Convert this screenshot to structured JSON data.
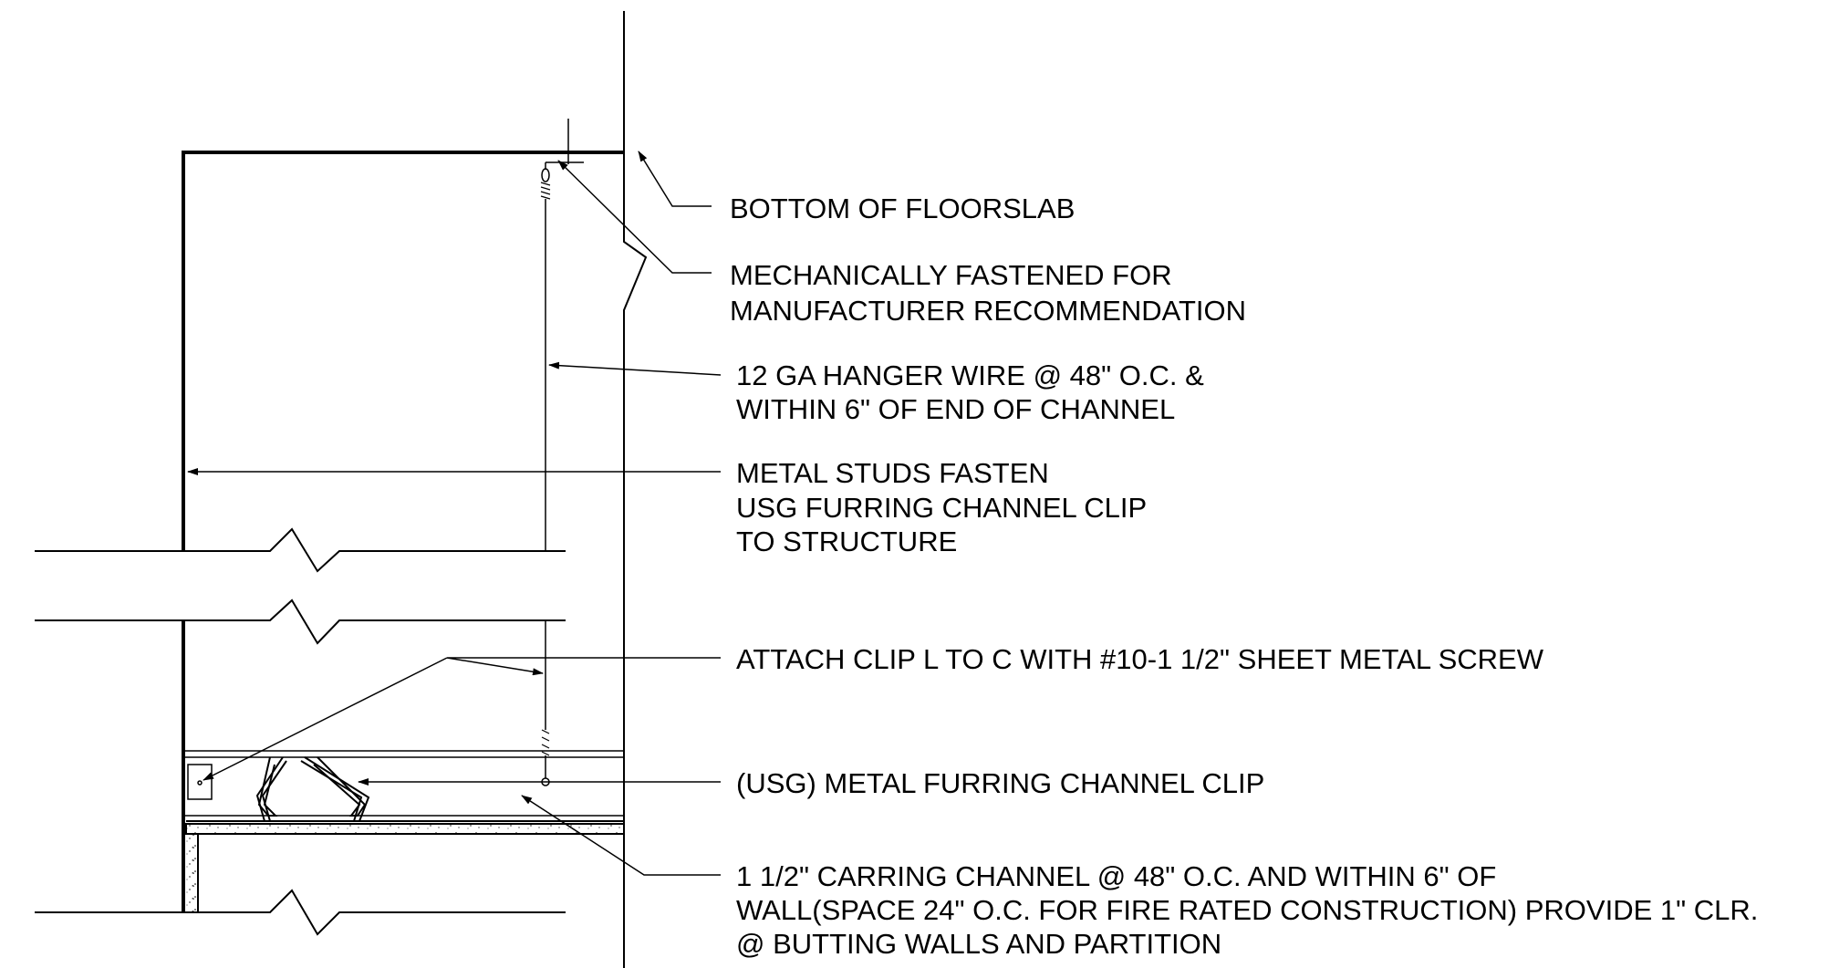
{
  "colors": {
    "line": "#000000",
    "background": "#ffffff"
  },
  "annotations": {
    "floorslab": {
      "line1": "BOTTOM OF FLOORSLAB"
    },
    "fastened": {
      "line1": "MECHANICALLY FASTENED FOR",
      "line2": "MANUFACTURER RECOMMENDATION"
    },
    "hanger_wire": {
      "line1": "12 GA HANGER WIRE @ 48\" O.C. &",
      "line2": "WITHIN 6\" OF END OF CHANNEL"
    },
    "metal_studs": {
      "line1": "METAL STUDS FASTEN",
      "line2": "USG FURRING CHANNEL CLIP",
      "line3": "TO STRUCTURE"
    },
    "attach_clip": {
      "line1": "ATTACH CLIP L TO C WITH #10-1 1/2\" SHEET METAL SCREW"
    },
    "furring_clip": {
      "line1": "(USG) METAL FURRING CHANNEL CLIP"
    },
    "carrying_channel": {
      "line1": "1 1/2\" CARRING CHANNEL @ 48\" O.C. AND WITHIN 6\" OF",
      "line2": "WALL(SPACE 24\" O.C. FOR FIRE RATED CONSTRUCTION) PROVIDE 1\" CLR.",
      "line3": "@ BUTTING WALLS AND PARTITION"
    }
  }
}
